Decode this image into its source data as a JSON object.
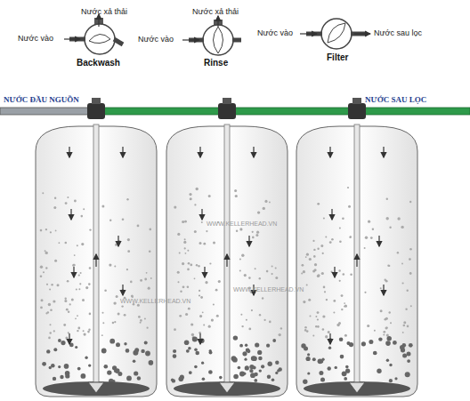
{
  "diagram": {
    "labels": [
      "Nước xả thải",
      "Nước xả thải",
      "Nước vào",
      "Backwash",
      "Nước vào",
      "Rinse",
      "Nước vào",
      "Nước sau lọc",
      "Filter",
      "NƯỚC ĐẦU NGUỒN",
      "NƯỚC SAU LỌC",
      "WWW.KELLERHEAD.VN",
      "WWW.KELLERHEAD.VN",
      "WWW.KELLERHEAD.VN"
    ]
  }
}
